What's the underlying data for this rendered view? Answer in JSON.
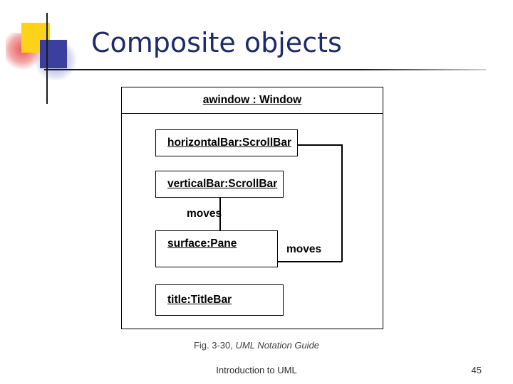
{
  "slide": {
    "title": "Composite objects",
    "page_number": "45",
    "footer_text": "Introduction to UML",
    "caption_prefix": "Fig. 3-30, ",
    "caption_italic": "UML Notation Guide",
    "accent_colors": {
      "title_blue": "#1f2a6e",
      "square_yellow": "#ffd21a",
      "square_blue": "#3b3f9e",
      "rule_black": "#1a1a1a"
    }
  },
  "diagram": {
    "type": "uml-composite-object-diagram",
    "composite": {
      "name": "awindow : Window"
    },
    "parts": [
      {
        "id": "horizontalBar",
        "label": "horizontalBar:ScrollBar"
      },
      {
        "id": "verticalBar",
        "label": "verticalBar:ScrollBar"
      },
      {
        "id": "surface",
        "label": "surface:Pane"
      },
      {
        "id": "title",
        "label": "title:TitleBar"
      }
    ],
    "links": [
      {
        "id": "link-vertical-moves",
        "label": "moves",
        "from": "verticalBar",
        "to": "surface"
      },
      {
        "id": "link-bracket-moves",
        "label": "moves",
        "from": "horizontalBar",
        "to": "surface"
      }
    ]
  }
}
